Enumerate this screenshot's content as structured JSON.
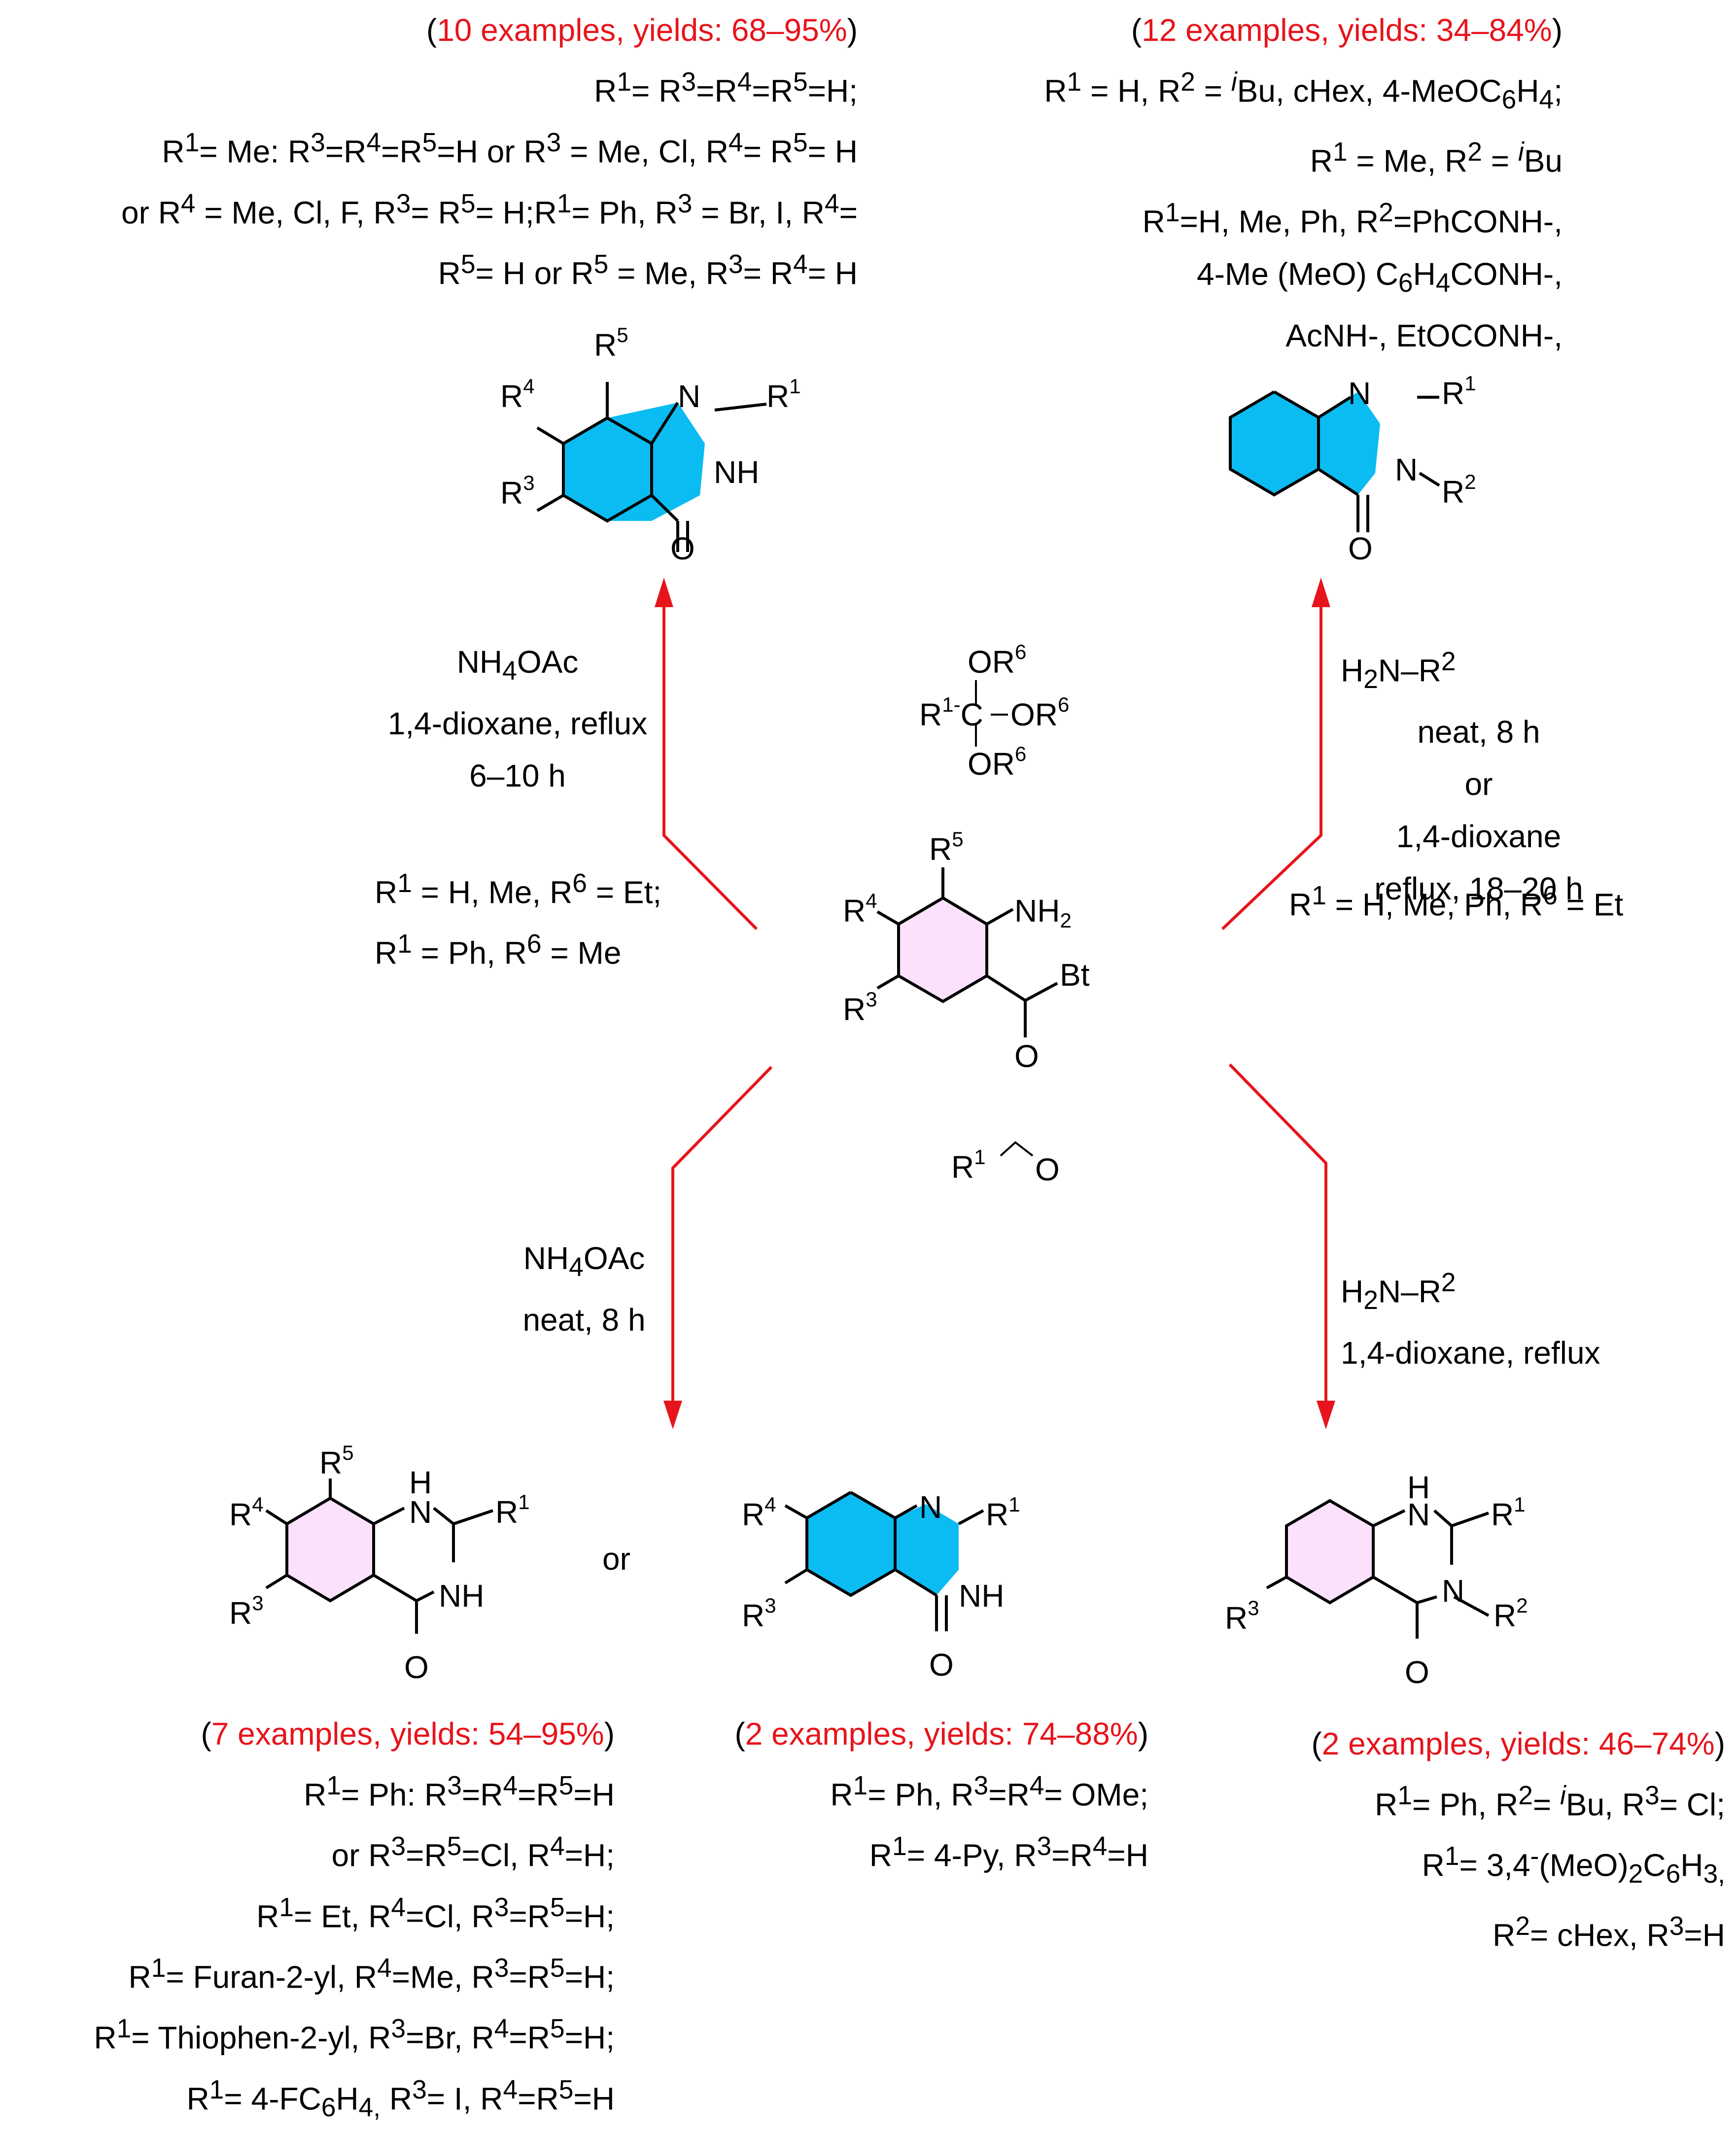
{
  "colors": {
    "arrow": "#e8141b",
    "red_text": "#e8141b",
    "aromatic_blue": "#0bbcf3",
    "aromatic_pink": "#fbe1fb"
  },
  "top_left": {
    "examples": "10 examples, yields: 68–95%",
    "lines": [
      "R1= R3=R4=R5=H;",
      "R1= Me: R3=R4=R5=H or R3 = Me, Cl, R4= R5= H",
      "or R4 = Me, Cl, F, R3= R5= H;R1= Ph, R3 = Br, I, R4=",
      "R5= H or R5 = Me, R3= R4= H"
    ]
  },
  "top_right": {
    "examples": "12 examples, yields: 34–84%",
    "lines": [
      "R1 = H, R2 = iBu, cHex, 4-MeOC6H4;",
      "R1 = Me, R2 = iBu",
      "R1=H, Me, Ph, R2=PhCONH-,",
      "4-Me (MeO) C6H4CONH-,",
      "AcNH-, EtOCONH-,"
    ]
  },
  "cond_top_left": {
    "lines": [
      "NH4OAc",
      "1,4-dioxane, reflux",
      "6–10 h"
    ],
    "r_lines": [
      "R1 = H, Me, R6 = Et;",
      "R1 = Ph, R6 = Me"
    ]
  },
  "cond_top_right": {
    "lines": [
      "H2N–R2",
      "neat, 8 h",
      "or",
      "1,4-dioxane",
      "reflux, 18–20 h"
    ],
    "r_line": "R1 = H, Me, Ph, R6 = Et"
  },
  "cond_bottom_left": {
    "lines": [
      "NH4OAc",
      "neat, 8 h"
    ]
  },
  "cond_bottom_right": {
    "lines": [
      "H2N–R2",
      "1,4-dioxane, reflux"
    ]
  },
  "reagents": {
    "orthoester": [
      "OR6",
      "R1-C-OR6",
      "OR6"
    ],
    "aldehyde": "R1 O",
    "center_group": "Bt"
  },
  "or_label": "or",
  "bottom_left": {
    "examples": "7 examples, yields: 54–95%",
    "lines": [
      "R1= Ph: R3=R4=R5=H",
      "or R3=R5=Cl, R4=H;",
      "R1= Et, R4=Cl, R3=R5=H;",
      "R1= Furan-2-yl, R4=Me, R3=R5=H;",
      "R1= Thiophen-2-yl, R3=Br, R4=R5=H;",
      "R1= 4-FC6H4, R3= I, R4=R5=H"
    ]
  },
  "bottom_mid": {
    "examples": "2 examples, yields: 74–88%",
    "lines": [
      "R1= Ph, R3=R4= OMe;",
      "R1= 4-Py, R3=R4=H"
    ]
  },
  "bottom_right": {
    "examples": "2 examples, yields: 46–74%",
    "lines": [
      "R1= Ph, R2= iBu, R3= Cl;",
      "R1= 3,4-(MeO)2C6H3,",
      "R2= cHex, R3=H"
    ]
  },
  "atom_labels": {
    "R1": "R1",
    "R2": "R2",
    "R3": "R3",
    "R4": "R4",
    "R5": "R5",
    "N": "N",
    "NH": "NH",
    "H": "H",
    "O": "O",
    "NH2": "NH2"
  }
}
